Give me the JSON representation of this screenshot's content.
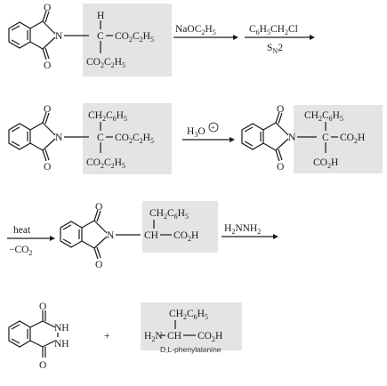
{
  "reagents": {
    "step1": "NaOC",
    "step1_sub": "2",
    "step1_tail": "H",
    "step1_sub2": "5",
    "step2": "C",
    "step2_sub": "6",
    "step2_b": "H",
    "step2_sub2": "5",
    "step2_c": "CH",
    "step2_sub3": "2",
    "step2_d": "Cl",
    "step2_below": "S",
    "step2_below_sub": "N",
    "step2_below_tail": "2",
    "step3": "H",
    "step3_sub": "3",
    "step3_tail": "O",
    "step3_charge": "+",
    "step4_above": "heat",
    "step4_below": "−CO",
    "step4_below_sub": "2",
    "step5": "H",
    "step5_sub": "2",
    "step5_b": "NNH",
    "step5_sub2": "2",
    "plus": "+"
  },
  "atoms": {
    "O": "O",
    "N": "N",
    "C": "C",
    "H": "H",
    "NH": "NH",
    "CH": "CH",
    "H2N": "H",
    "H2N_sub": "2",
    "H2N_tail": "N"
  },
  "groups": {
    "co2et": "CO",
    "co2et_sub": "2",
    "co2et_b": "C",
    "co2et_sub2": "2",
    "co2et_c": "H",
    "co2et_sub3": "5",
    "benzyl": "CH",
    "benzyl_sub": "2",
    "benzyl_b": "C",
    "benzyl_sub2": "6",
    "benzyl_c": "H",
    "benzyl_sub3": "5",
    "co2h": "CO",
    "co2h_sub": "2",
    "co2h_tail": "H"
  },
  "product_name": "D,L-phenylalanine"
}
